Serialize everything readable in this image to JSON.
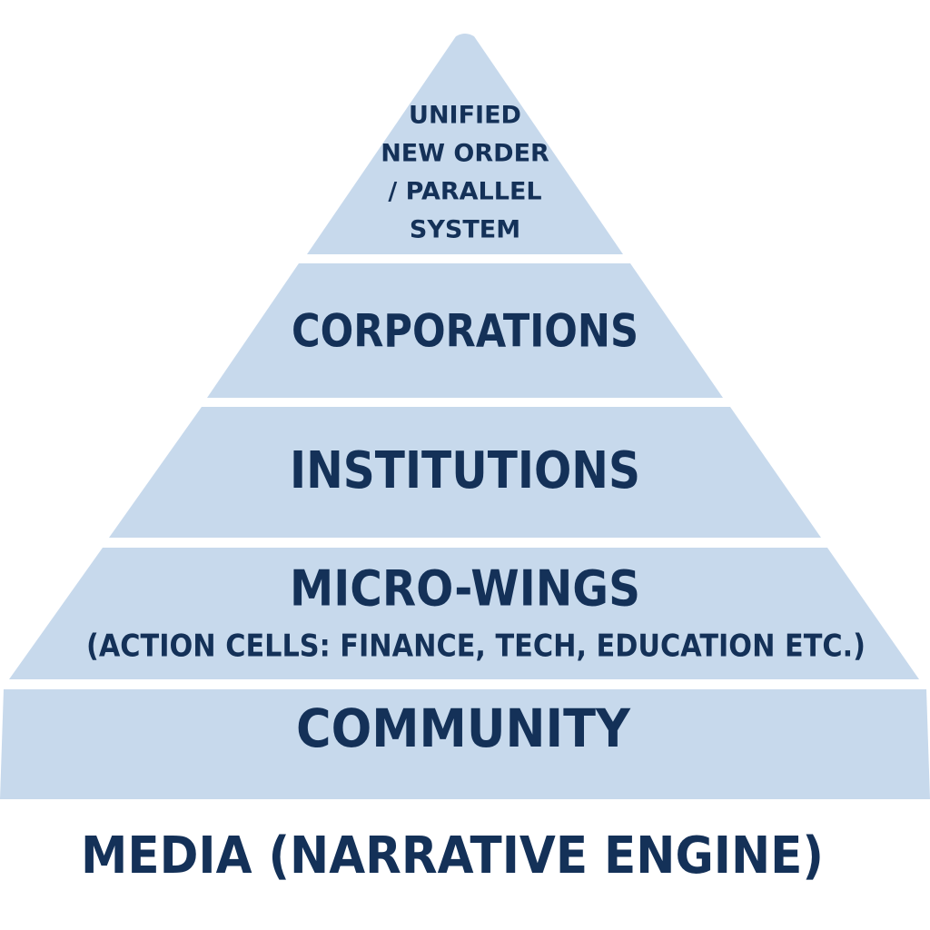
{
  "pyramid": {
    "apex": {
      "lines": [
        "UNIFIED",
        "NEW ORDER",
        "/ PARALLEL",
        "SYSTEM"
      ]
    },
    "corporations": {
      "label": "CORPORATIONS"
    },
    "institutions": {
      "label": "INSTITUTIONS"
    },
    "micro_wings": {
      "label": "MICRO-WINGS",
      "sublabel": "(ACTION CELLS: FINANCE, TECH, EDUCATION ETC.)"
    },
    "community": {
      "label": "COMMUNITY"
    },
    "foundation": {
      "label": "MEDIA (NARRATIVE ENGINE)"
    }
  },
  "colors": {
    "tier_fill": "#c7d9ec",
    "text": "#143158",
    "background": "#ffffff"
  }
}
